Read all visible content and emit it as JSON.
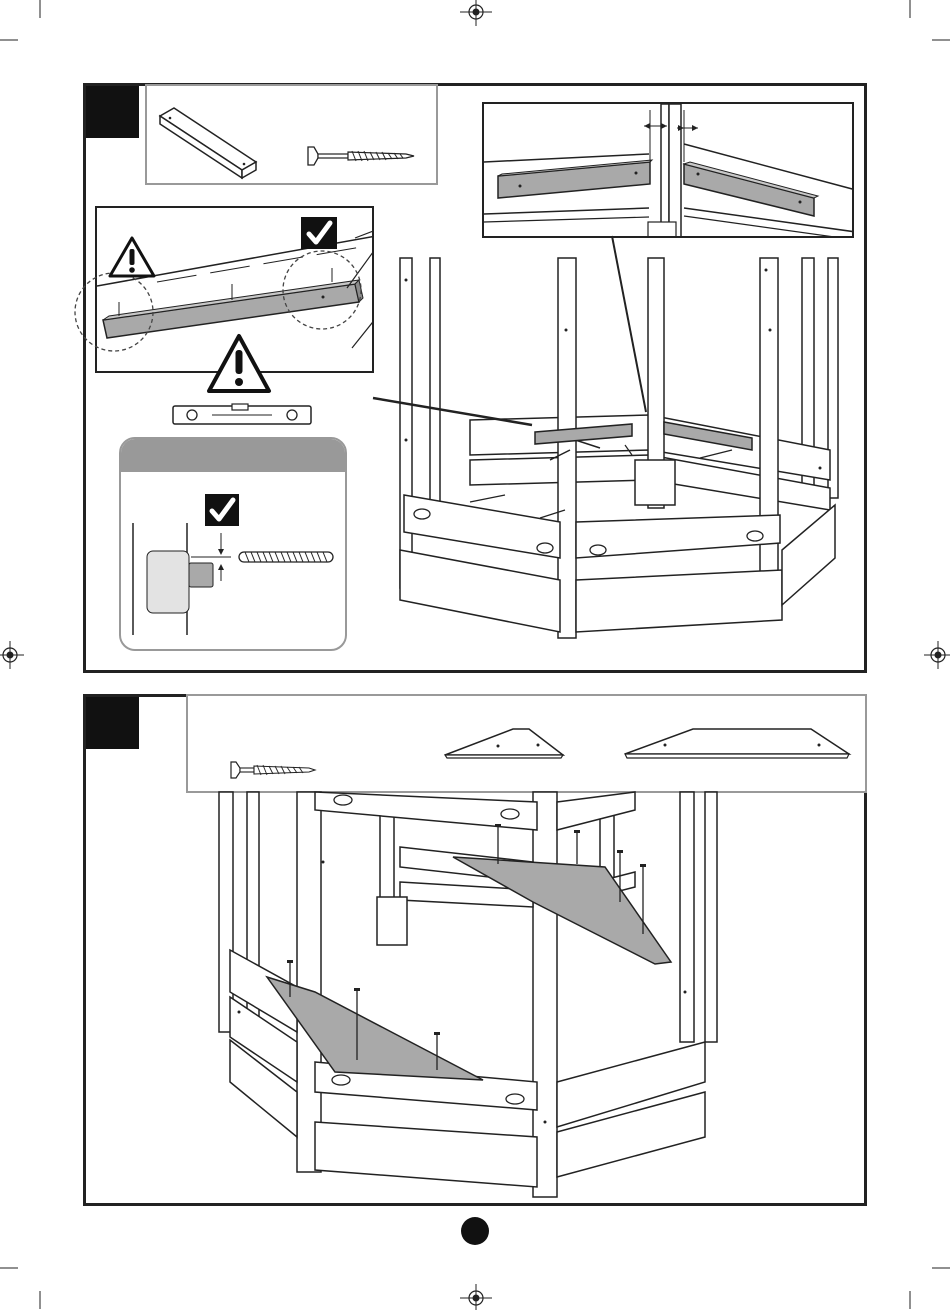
{
  "page": {
    "title": "",
    "page_number": ""
  },
  "steps": [
    {
      "step_label": "",
      "parts": [
        {
          "name": "wooden-block-icon"
        },
        {
          "name": "wood-screw-icon"
        }
      ],
      "callouts": [
        {
          "name": "warning-triangle-icon",
          "meaning": "incorrect"
        },
        {
          "name": "checkmark-icon",
          "meaning": "correct"
        },
        {
          "name": "spirit-level-icon",
          "meaning": "use level"
        }
      ]
    },
    {
      "step_label": "",
      "parts": [
        {
          "name": "wood-screw-icon"
        },
        {
          "name": "small-triangular-panel-icon"
        },
        {
          "name": "large-trapezoid-panel-icon"
        }
      ]
    }
  ],
  "colors": {
    "line": "#222222",
    "part_fill": "#a9a9a9",
    "panel_border": "#222222",
    "inset_border": "#999999"
  }
}
